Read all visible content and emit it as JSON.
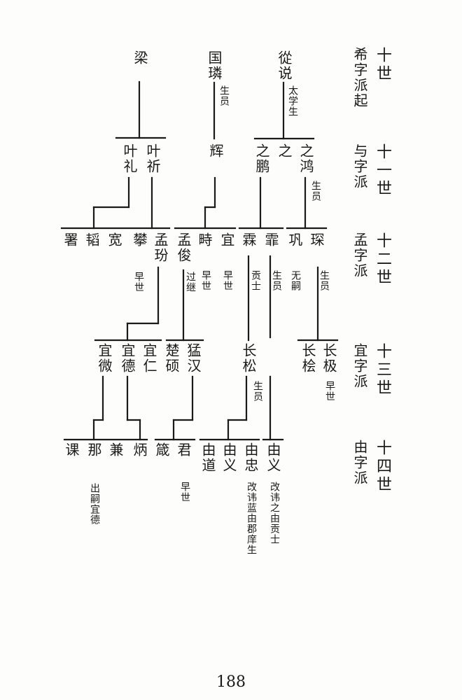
{
  "generations": {
    "g10": "十世",
    "g10_pai": "希字派起",
    "g11": "十一世",
    "g11_pai": "与字派",
    "g12": "十二世",
    "g12_pai": "孟字派",
    "g13": "十三世",
    "g13_pai": "宜字派",
    "g14": "十四世",
    "g14_pai": "由字派"
  },
  "names": {
    "liang": "梁",
    "guojing": "国璘",
    "congyue": "從说",
    "yeqi": "叶祈",
    "yeli": "叶礼",
    "hui": "辉",
    "zhihong": "之鸿",
    "zhi": "之",
    "zhipeng": "之鹏",
    "shen": "琛",
    "gong": "巩",
    "fei": "霏",
    "lin": "霖",
    "yi12": "宜",
    "chou": "畤",
    "mengjun": "孟俊",
    "mengfen": "孟玢",
    "pan": "攀",
    "kuan": "宽",
    "tao": "韬",
    "shu": "署",
    "changji": "长极",
    "changkuai": "长桧",
    "changsong": "长松",
    "menghan": "猛汉",
    "chushuo": "楚硕",
    "yiren": "宜仁",
    "yide": "宜德",
    "yiwei": "宜微",
    "youyi_a": "由义",
    "youzhong": "由忠",
    "youyi_b": "由义",
    "youdao": "由道",
    "jun": "君",
    "ju": "箴",
    "bing": "炳",
    "jian": "兼",
    "na": "那",
    "ke": "课"
  },
  "notes": {
    "shengyuan_a": "生员",
    "taixuesheng": "太学生",
    "shengyuan_b": "生员",
    "shengyuan_c": "生员",
    "wusi": "无嗣",
    "shengyuan_d": "生员",
    "gongshi": "贡士",
    "zaoshi_a": "早世",
    "zaoshi_b": "早世",
    "guoji": "过继",
    "zaoshi_c": "早世",
    "zaoshi_d": "早世",
    "shengyuan_e": "生员",
    "gaihui_a": "改讳之由贡士",
    "gaihui_b": "改讳蓝由郡庠生",
    "zaoshi_e": "早世",
    "chusi": "出嗣宜德"
  },
  "page_number": "188"
}
